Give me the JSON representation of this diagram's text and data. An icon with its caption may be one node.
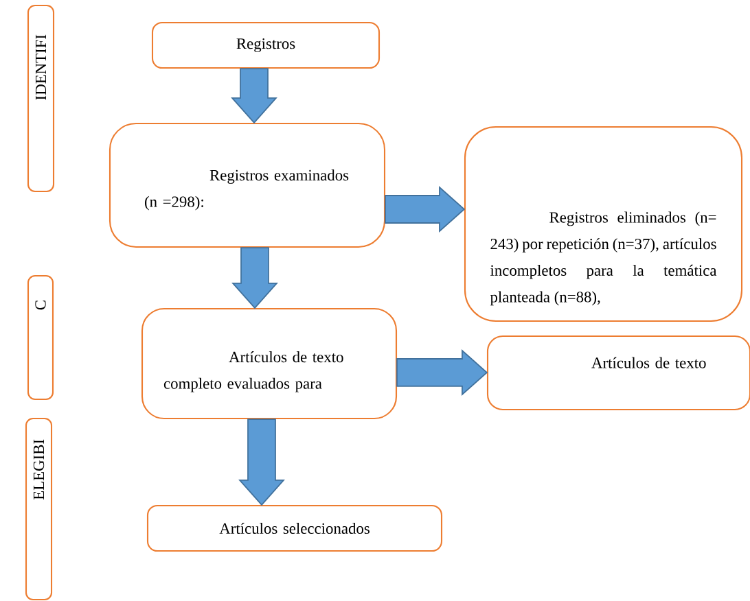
{
  "diagram": {
    "nodes": [
      {
        "text": [
          "Registros"
        ]
      },
      {
        "text": [
          "Registros examinados (n =298):"
        ]
      },
      {
        "text": [
          "Registros eliminados (n= 243) por repetición (n=37), artículos incompletos para la temática planteada (n=88),"
        ]
      },
      {
        "text": [
          "Artículos de texto completo evaluados para"
        ]
      },
      {
        "text": [
          "Artículos de texto"
        ]
      },
      {
        "text": [
          "Artículos seleccionados"
        ]
      },
      {
        "text": [
          "IDENTIFI"
        ]
      },
      {
        "text": [
          "C"
        ]
      },
      {
        "text": [
          "ELEGIBI"
        ]
      }
    ],
    "edges": [
      {
        "from": 0,
        "to": 1,
        "arrow": "to"
      },
      {
        "from": 1,
        "to": 2,
        "arrow": "to"
      },
      {
        "from": 1,
        "to": 3,
        "arrow": "to"
      },
      {
        "from": 3,
        "to": 4,
        "arrow": "to"
      },
      {
        "from": 3,
        "to": 5,
        "arrow": "to"
      }
    ]
  }
}
